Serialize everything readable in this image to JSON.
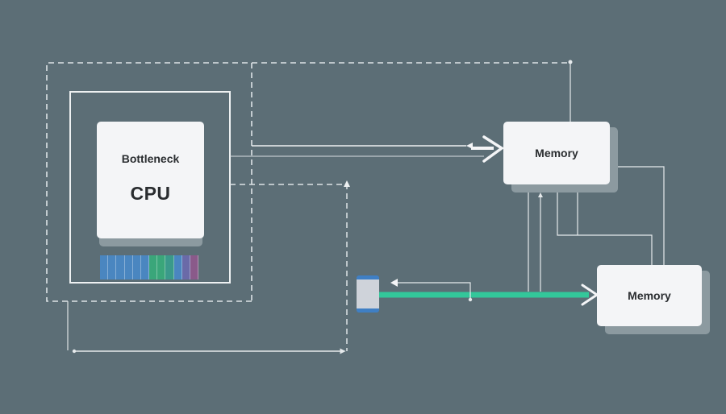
{
  "diagram": {
    "title": "CPU Memory Bottleneck",
    "cpu": {
      "subtitle": "Bottleneck",
      "label": "CPU"
    },
    "memory_top": {
      "label": "Memory"
    },
    "memory_bottom": {
      "label": "Memory"
    },
    "io_device": {
      "icon": "chip-icon"
    },
    "pin_strip_colors": [
      "#4a86c0",
      "#4a86c0",
      "#4a86c0",
      "#4a86c0",
      "#4a86c0",
      "#4a86c0",
      "#3aa67a",
      "#3aa67a",
      "#3a9a8a",
      "#4a86c0",
      "#6a6aa8",
      "#8a5a8a"
    ]
  },
  "colors": {
    "background": "#5c6e76",
    "card": "#f4f5f7",
    "line": "#e6eaec",
    "bus": "#33c79a",
    "chip_accent": "#3f7fc4"
  }
}
